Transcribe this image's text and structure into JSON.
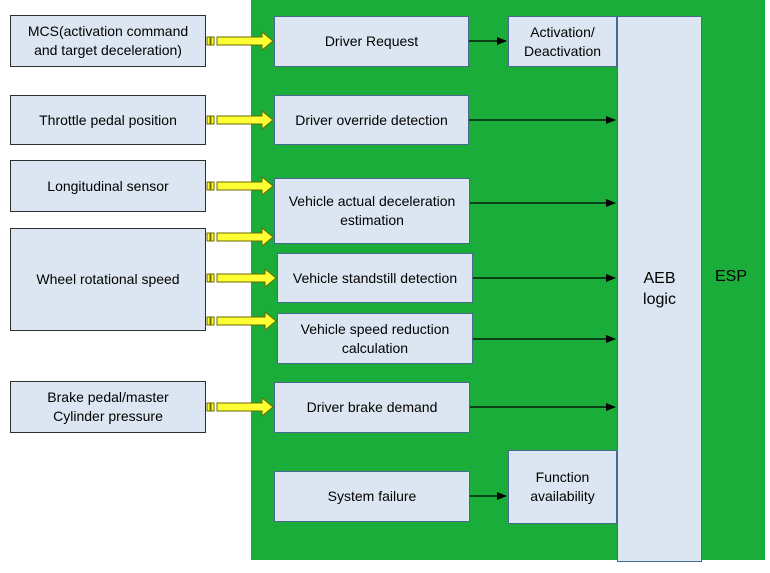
{
  "inputs": [
    {
      "id": "mcs",
      "text": "MCS(activation command\nand target deceleration)"
    },
    {
      "id": "throttle",
      "text": "Throttle pedal position"
    },
    {
      "id": "longitudinal",
      "text": "Longitudinal sensor"
    },
    {
      "id": "wheel",
      "text": "Wheel rotational speed"
    },
    {
      "id": "brake",
      "text": "Brake pedal/master\nCylinder pressure"
    }
  ],
  "functions": [
    {
      "id": "driver-request",
      "text": "Driver Request"
    },
    {
      "id": "driver-override",
      "text": "Driver override detection"
    },
    {
      "id": "decel-estimation",
      "text": "Vehicle actual deceleration\nestimation"
    },
    {
      "id": "standstill",
      "text": "Vehicle standstill detection"
    },
    {
      "id": "speed-reduction",
      "text": "Vehicle speed reduction\ncalculation"
    },
    {
      "id": "brake-demand",
      "text": "Driver brake demand"
    },
    {
      "id": "system-failure",
      "text": "System failure"
    }
  ],
  "intermediate": [
    {
      "id": "activation",
      "text": "Activation/\nDeactivation"
    },
    {
      "id": "availability",
      "text": "Function\navailability"
    }
  ],
  "aeb_logic": "AEB\nlogic",
  "esp_label": "ESP",
  "colors": {
    "panel": "#1aad3a",
    "box_fill": "#dce6f2",
    "box_border": "#4a6990",
    "input_arrow": "#ffff33"
  }
}
